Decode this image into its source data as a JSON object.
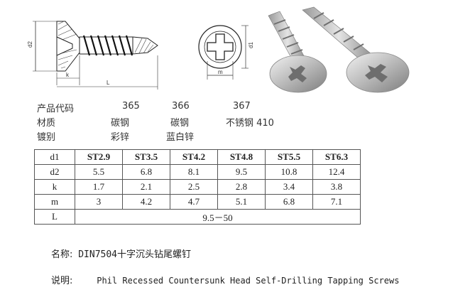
{
  "drawing": {
    "dim_d2": "d2",
    "dim_k": "k",
    "dim_L": "L",
    "dim_d1": "d1",
    "dim_m": "m"
  },
  "info": {
    "rows": [
      {
        "label": "产品代码",
        "values": [
          "365",
          "366",
          "367"
        ]
      },
      {
        "label": "材质",
        "values": [
          "碳钢",
          "碳钢",
          "不锈钢 410"
        ]
      },
      {
        "label": "镀别",
        "values": [
          "彩锌",
          "蓝白锌",
          ""
        ]
      }
    ]
  },
  "table": {
    "header": {
      "label": "d1",
      "cols": [
        "ST2.9",
        "ST3.5",
        "ST4.2",
        "ST4.8",
        "ST5.5",
        "ST6.3"
      ]
    },
    "rows": [
      {
        "label": "d2",
        "cells": [
          "5.5",
          "6.8",
          "8.1",
          "9.5",
          "10.8",
          "12.4"
        ]
      },
      {
        "label": "k",
        "cells": [
          "1.7",
          "2.1",
          "2.5",
          "2.8",
          "3.4",
          "3.8"
        ]
      },
      {
        "label": "m",
        "cells": [
          "3",
          "4.2",
          "4.7",
          "5.1",
          "6.8",
          "7.1"
        ]
      }
    ],
    "last_row": {
      "label": "L",
      "value": "9.5－50"
    }
  },
  "name_line": {
    "label": "名称:",
    "text": "DIN7504十字沉头钻尾螺钉"
  },
  "desc_line": {
    "label": "说明:",
    "text": "Phil Recessed Countersunk Head Self-Drilling Tapping Screws"
  }
}
